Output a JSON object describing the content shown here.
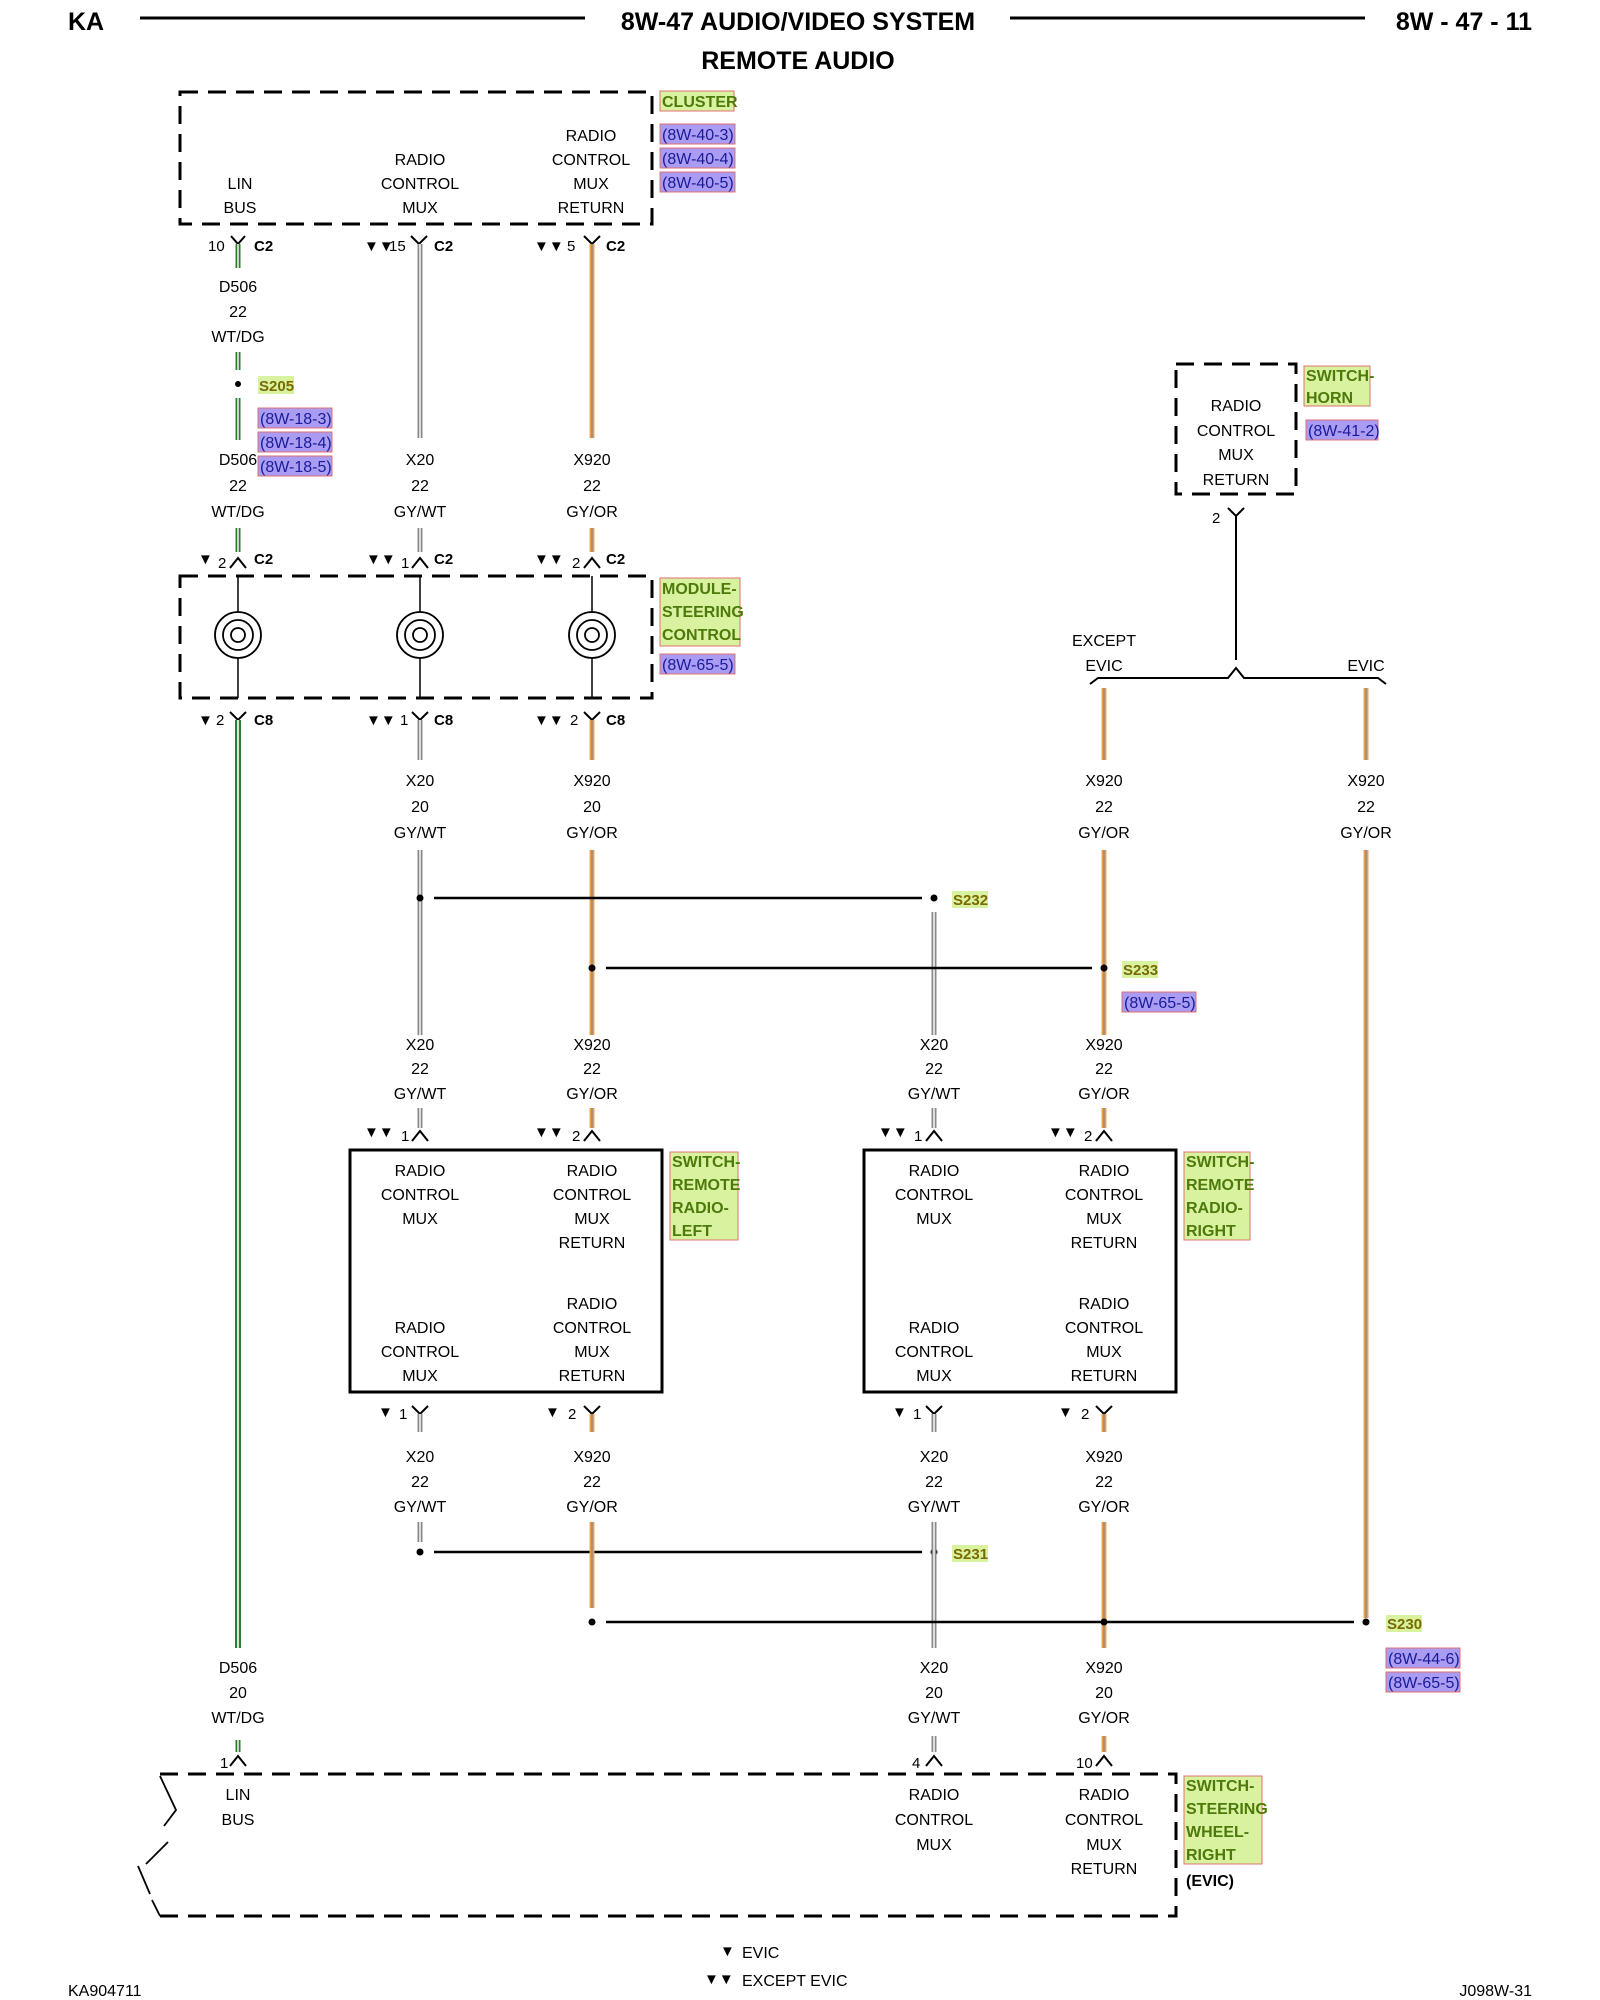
{
  "header": {
    "left": "KA",
    "title": "8W-47 AUDIO/VIDEO SYSTEM",
    "subtitle": "REMOTE AUDIO",
    "page": "8W - 47 - 11"
  },
  "footer": {
    "left": "KA904711",
    "right": "J098W-31",
    "legend_evic": "EVIC",
    "legend_except_evic": "EXCEPT EVIC"
  },
  "colors": {
    "wt_dg_a": "#2e7d32",
    "gy": "#8a8a8a",
    "or": "#f0a04b",
    "ref_bg": "#a99cf2",
    "comp_bg": "#d9f2a0",
    "comp_border": "#e07070"
  },
  "cluster": {
    "name": "CLUSTER",
    "refs": [
      "(8W-40-3)",
      "(8W-40-4)",
      "(8W-40-5)"
    ],
    "lin_bus": [
      "LIN",
      "BUS"
    ],
    "rcm": [
      "RADIO",
      "CONTROL",
      "MUX"
    ],
    "rcmr": [
      "RADIO",
      "CONTROL",
      "MUX",
      "RETURN"
    ],
    "pins": [
      "10",
      "15",
      "5"
    ],
    "conn": "C2"
  },
  "s205": {
    "name": "S205",
    "refs": [
      "(8W-18-3)",
      "(8W-18-4)",
      "(8W-18-5)"
    ]
  },
  "wires": {
    "d506_22": [
      "D506",
      "22",
      "WT/DG"
    ],
    "d506_20": [
      "D506",
      "20",
      "WT/DG"
    ],
    "x20_22": [
      "X20",
      "22",
      "GY/WT"
    ],
    "x20_20": [
      "X20",
      "20",
      "GY/WT"
    ],
    "x920_22": [
      "X920",
      "22",
      "GY/OR"
    ],
    "x920_20": [
      "X920",
      "20",
      "GY/OR"
    ]
  },
  "horn": {
    "name": [
      "SWITCH-",
      "HORN"
    ],
    "ref": "(8W-41-2)",
    "labels": [
      "RADIO",
      "CONTROL",
      "MUX",
      "RETURN"
    ],
    "pin": "2"
  },
  "steering": {
    "name": [
      "MODULE-",
      "STEERING",
      "CONTROL"
    ],
    "ref": "(8W-65-5)",
    "pins_top": [
      "2",
      "1",
      "2"
    ],
    "pins_bot": [
      "2",
      "1",
      "2"
    ],
    "conn_top": "C2",
    "conn_bot": "C8"
  },
  "branch": {
    "except": [
      "EXCEPT",
      "EVIC"
    ],
    "evic": "EVIC"
  },
  "splices": {
    "s232": "S232",
    "s233": "S233",
    "s233_ref": "(8W-65-5)",
    "s231": "S231",
    "s230": "S230",
    "s230_refs": [
      "(8W-44-6)",
      "(8W-65-5)"
    ]
  },
  "sw_left": {
    "name": [
      "SWITCH-",
      "REMOTE",
      "RADIO-",
      "LEFT"
    ],
    "pins": [
      "1",
      "2"
    ]
  },
  "sw_right": {
    "name": [
      "SWITCH-",
      "REMOTE",
      "RADIO-",
      "RIGHT"
    ],
    "pins": [
      "1",
      "2"
    ]
  },
  "wheel": {
    "name": [
      "SWITCH-",
      "STEERING",
      "WHEEL-",
      "RIGHT"
    ],
    "sub": "(EVIC)",
    "pins": [
      "1",
      "4",
      "10"
    ]
  }
}
